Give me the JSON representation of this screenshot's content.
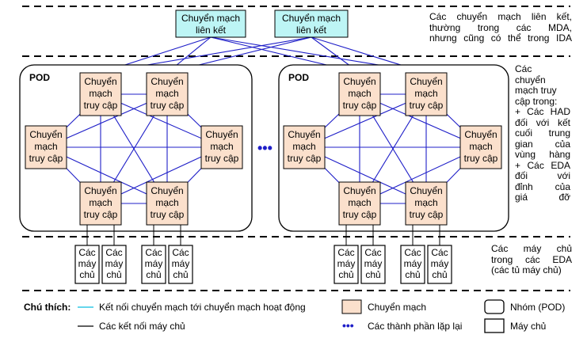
{
  "aggregation_switches": [
    {
      "line1": "Chuyển mạch",
      "line2": "liên kết"
    },
    {
      "line1": "Chuyển mạch",
      "line2": "liên kết"
    }
  ],
  "pods": [
    {
      "label": "POD"
    },
    {
      "label": "POD"
    }
  ],
  "access_switch": {
    "line1": "Chuyển",
    "line2": "mạch",
    "line3": "truy cập"
  },
  "server": {
    "line1": "Các",
    "line2": "máy",
    "line3": "chủ"
  },
  "ellipsis": "•••",
  "side_notes": {
    "top": [
      "Các chuyển mạch liên kết,",
      "thường trong các MDA,",
      "nhưng cũng có thể trong IDA"
    ],
    "middle": [
      "Các",
      "chuyển",
      "mạch truy",
      "cập trong:",
      "+ Các HAD",
      "đối với kết",
      "cuối trung",
      "gian của",
      "vùng hàng",
      "+ Các EDA",
      "đối với",
      "đỉnh của",
      "giá đỡ"
    ],
    "bottom": [
      "Các máy chủ",
      "trong các EDA",
      "(các tủ máy chủ)"
    ]
  },
  "legend": {
    "title": "Chú thích:",
    "active_link": "Kết nối chuyển mạch tới chuyển mạch hoạt động",
    "server_link": "Các kết nối máy chủ",
    "switch": "Chuyển mạch",
    "repeat": "Các thành phần lặp lại",
    "pod": "Nhóm (POD)",
    "server": "Máy chủ"
  },
  "colors": {
    "aggregation_fill": "#bdf5f5",
    "access_fill": "#fbe0cc",
    "mesh_line": "#1f1fc8",
    "uplink_line": "#1f1fc8",
    "legend_cyan": "#33c8e6"
  }
}
